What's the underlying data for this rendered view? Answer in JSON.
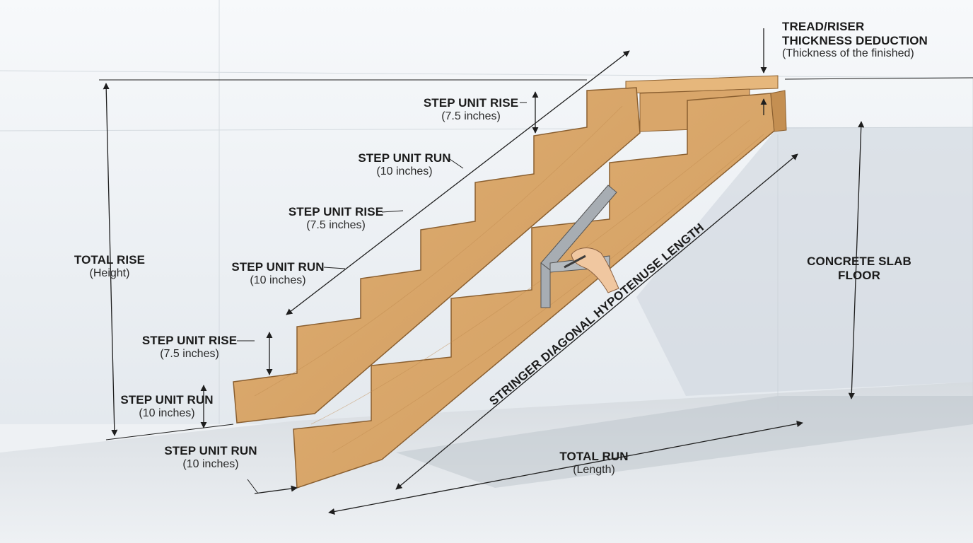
{
  "labels": {
    "tread_riser": {
      "line1": "TREAD/RISER",
      "line2": "THICKNESS DEDUCTION",
      "sub": "(Thickness of the finished)"
    },
    "total_rise": {
      "title": "TOTAL RISE",
      "sub": "(Height)"
    },
    "total_run": {
      "title": "TOTAL RUN",
      "sub": "(Length)"
    },
    "concrete": {
      "line1": "CONCRETE SLAB",
      "line2": "FLOOR"
    },
    "stringer": "STRINGER DIAGONAL HYPOTENUSE LENGTH",
    "steps": [
      {
        "title": "STEP UNIT RISE",
        "sub": "(7.5 inches)"
      },
      {
        "title": "STEP UNIT RUN",
        "sub": "(10 inches)"
      },
      {
        "title": "STEP UNIT RISE",
        "sub": "(7.5 inches)"
      },
      {
        "title": "STEP UNIT RUN",
        "sub": "(10 inches)"
      },
      {
        "title": "STEP UNIT RISE",
        "sub": "(7.5 inches)"
      },
      {
        "title": "STEP UNIT RUN",
        "sub": "(10 inches)"
      },
      {
        "title": "STEP UNIT RUN",
        "sub": "(10 inches)"
      }
    ]
  },
  "colors": {
    "wood": "#d9a66a",
    "wood_dark": "#b9844a",
    "wall": "#f3f5f7",
    "floor": "#d2d7dc",
    "line": "#1e1e1e",
    "square": "#9aa1a7"
  }
}
